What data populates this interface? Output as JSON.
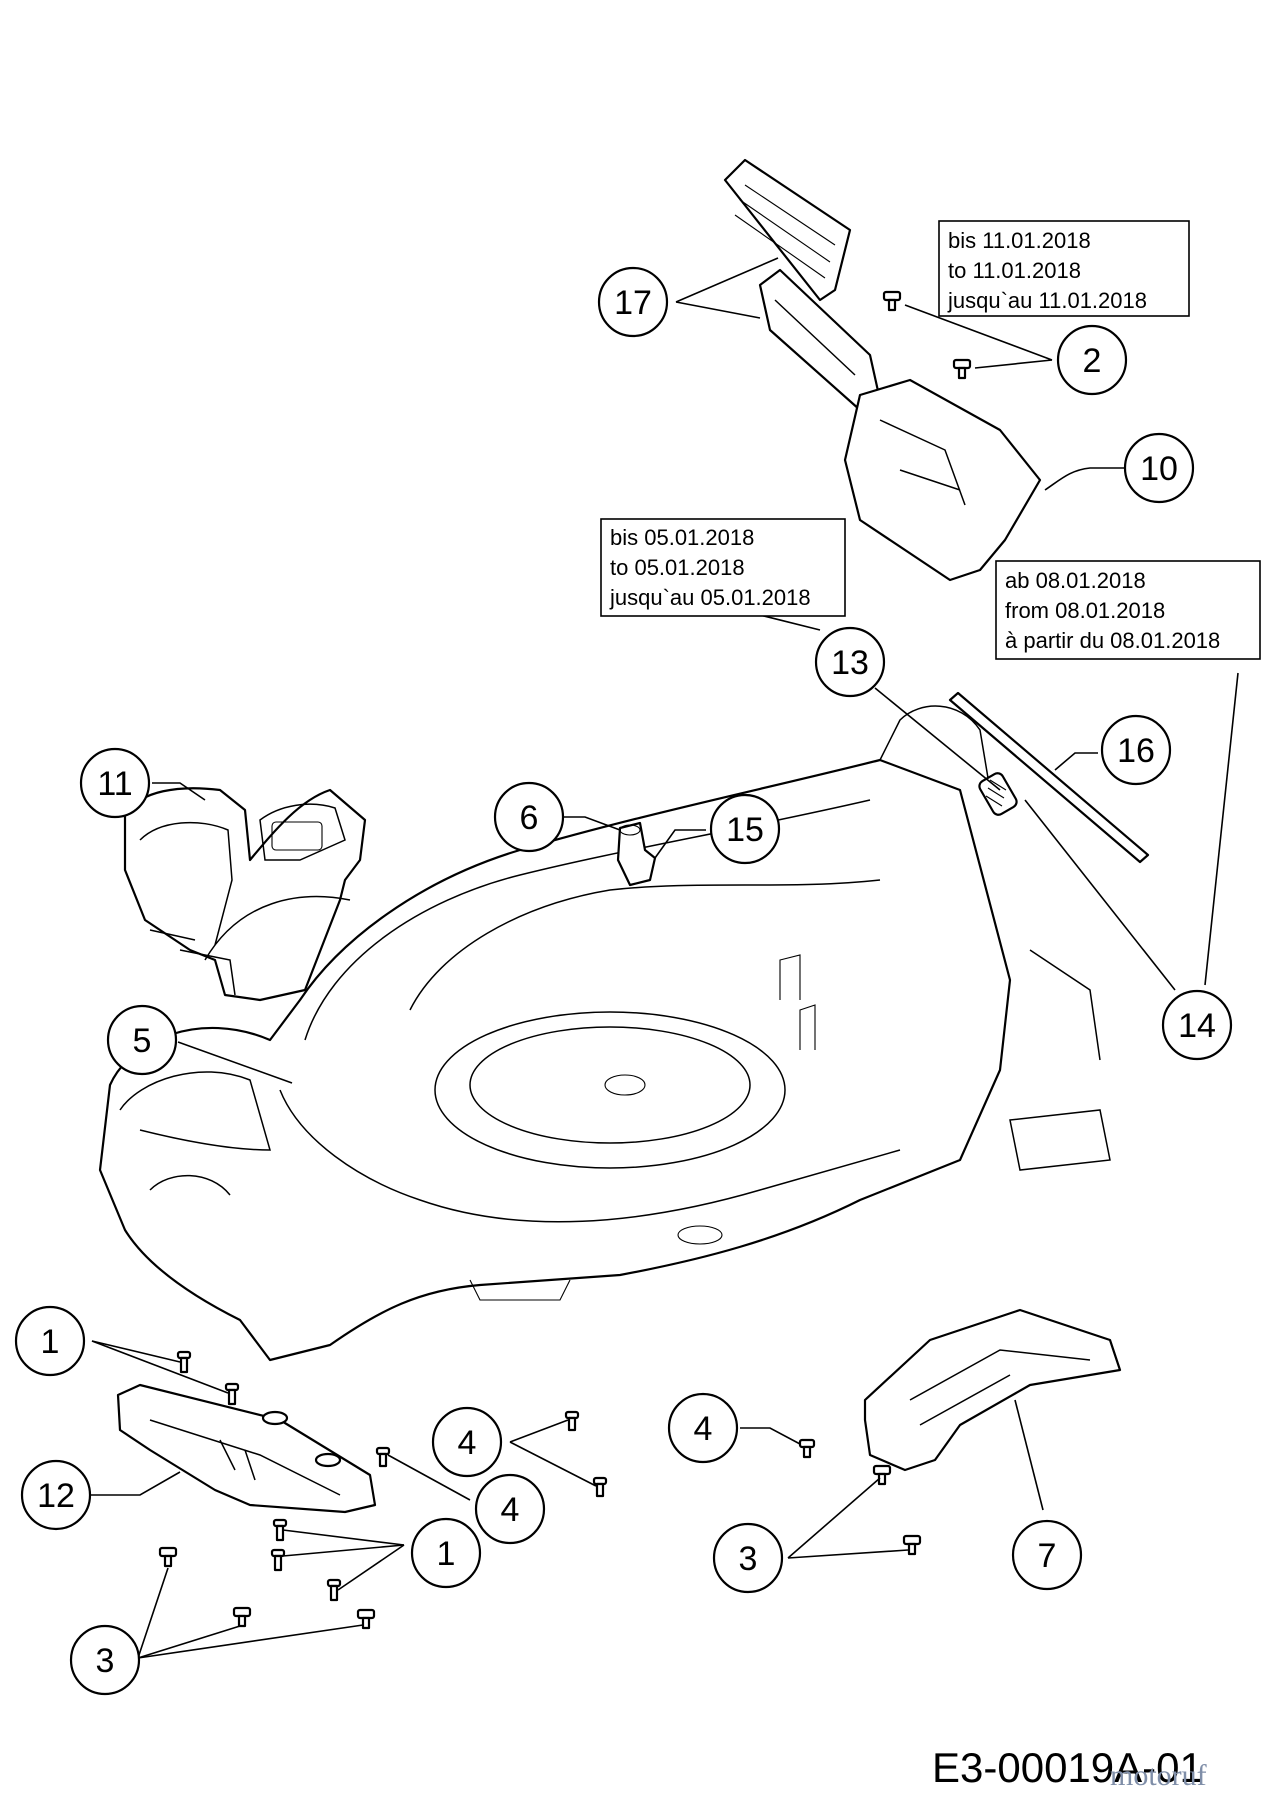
{
  "callouts": {
    "c1a": "1",
    "c1b": "1",
    "c2": "2",
    "c3a": "3",
    "c3b": "3",
    "c4a": "4",
    "c4b": "4",
    "c4c": "4",
    "c5": "5",
    "c6": "6",
    "c7": "7",
    "c10": "10",
    "c11": "11",
    "c12": "12",
    "c13": "13",
    "c14": "14",
    "c15": "15",
    "c16": "16",
    "c17": "17"
  },
  "notes": {
    "note_2": [
      "bis 11.01.2018",
      "to 11.01.2018",
      "jusqu`au 11.01.2018"
    ],
    "note_13": [
      "bis 05.01.2018",
      "to 05.01.2018",
      "jusqu`au 05.01.2018"
    ],
    "note_14": [
      "ab 08.01.2018",
      "from 08.01.2018",
      "à partir du 08.01.2018"
    ]
  },
  "drawing_number": "E3-00019A-01",
  "watermark": "motoruf"
}
